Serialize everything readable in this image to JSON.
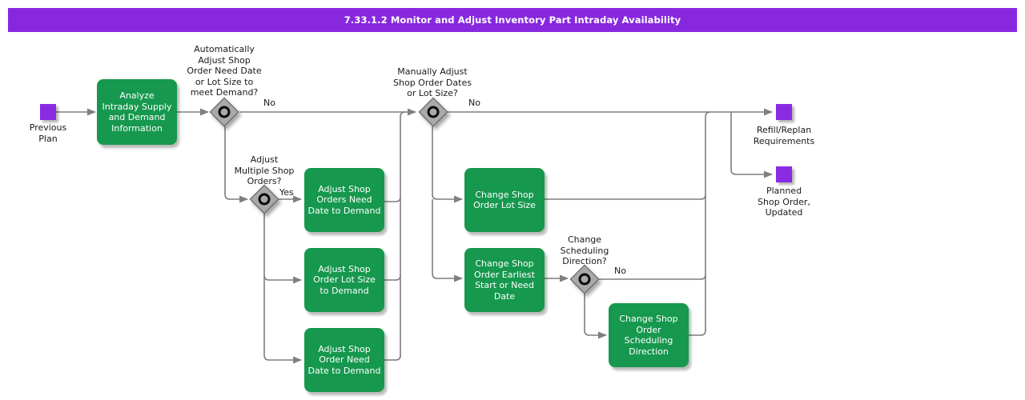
{
  "header": {
    "title": "7.33.1.2 Monitor and Adjust Inventory Part Intraday Availability"
  },
  "nodes": {
    "previous_plan": "Previous\nPlan",
    "analyze": "Analyze\nIntraday Supply\nand Demand\nInformation",
    "adjust_orders_need_date": "Adjust Shop\nOrders Need\nDate to Demand",
    "adjust_order_lot_size": "Adjust Shop\nOrder Lot Size\nto Demand",
    "adjust_order_need_date": "Adjust Shop\nOrder Need\nDate to Demand",
    "change_lot_size": "Change Shop\nOrder Lot Size",
    "change_earliest_start": "Change Shop\nOrder Earliest\nStart or Need\nDate",
    "change_sched_direction": "Change Shop\nOrder\nScheduling\nDirection",
    "refill_replan": "Refill/Replan\nRequirements",
    "planned_shop_order": "Planned\nShop Order,\nUpdated"
  },
  "decisions": {
    "auto_adjust": "Automatically\nAdjust Shop\nOrder Need Date\nor Lot Size to\nmeet Demand?",
    "adjust_multiple": "Adjust\nMultiple Shop\nOrders?",
    "manual_adjust": "Manually Adjust\nShop Order Dates\nor Lot Size?",
    "change_direction": "Change\nScheduling\nDirection?"
  },
  "edge_labels": {
    "auto_no": "No",
    "multiple_yes": "Yes",
    "manual_no": "No",
    "direction_no": "No"
  },
  "colors": {
    "header_bg": "#8728DF",
    "data_square": "#8A2BE2",
    "task_green": "#16984E",
    "connector_gray": "#7F7F7F",
    "gateway_fill": "#A9A9A9"
  }
}
